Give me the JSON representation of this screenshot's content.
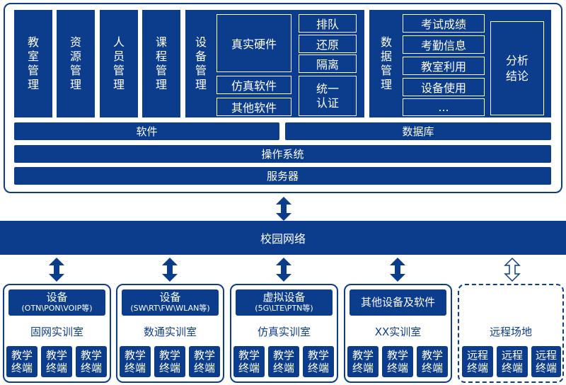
{
  "top": {
    "modules": [
      "教室管理",
      "资源管理",
      "人员管理",
      "课程管理"
    ],
    "device_mgmt": {
      "label": "设备管理",
      "items": [
        "真实硬件",
        "仿真软件",
        "其他软件"
      ],
      "side": [
        "排队",
        "还原",
        "隔离",
        "统一认证"
      ]
    },
    "data_mgmt": {
      "label": "数据管理",
      "items": [
        "考试成绩",
        "考勤信息",
        "教室利用",
        "设备使用",
        "..."
      ],
      "analysis": "分析结论"
    },
    "software": "软件",
    "database": "数据库",
    "os": "操作系统",
    "server": "服务器"
  },
  "network": "校园网络",
  "labs": [
    {
      "title": "设备",
      "sub": "(OTN\\PON\\VOIP等)",
      "name": "固网实训室",
      "terminal": "教学终端"
    },
    {
      "title": "设备",
      "sub": "(SW\\RT\\FW\\WLAN等)",
      "name": "数通实训室",
      "terminal": "教学终端"
    },
    {
      "title": "虚拟设备",
      "sub": "(5G\\LTE\\PTN等)",
      "name": "仿真实训室",
      "terminal": "教学终端"
    },
    {
      "title": "其他设备及软件",
      "sub": "",
      "name": "XX实训室",
      "terminal": "教学终端"
    },
    {
      "title": "",
      "sub": "",
      "name": "远程场地",
      "terminal": "远程终端"
    }
  ]
}
